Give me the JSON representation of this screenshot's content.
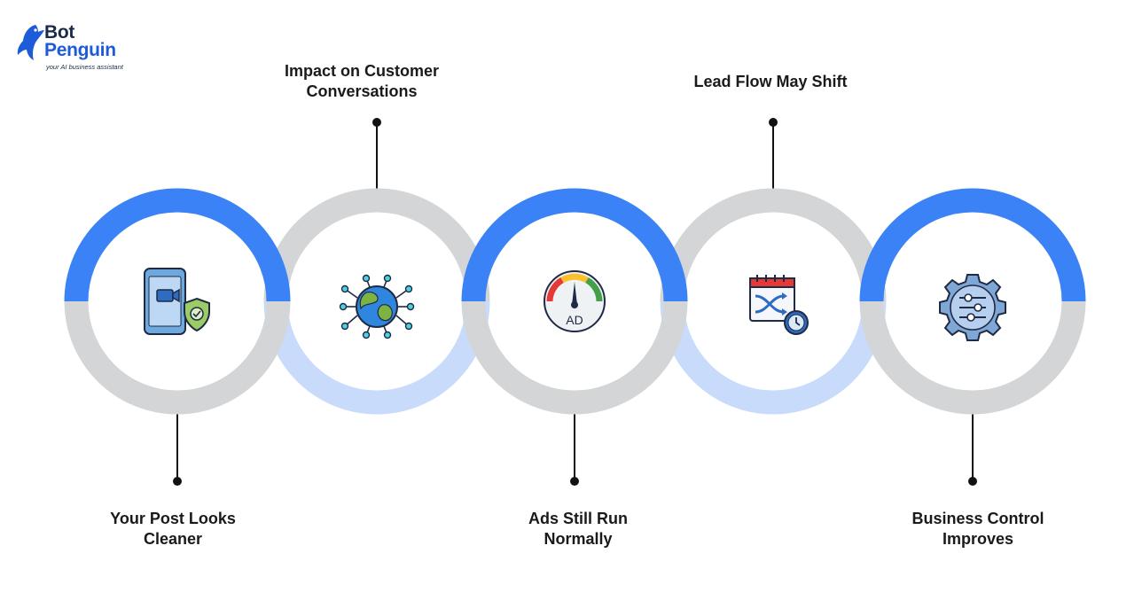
{
  "brand": {
    "name_line1": "Bot",
    "name_line2": "Penguin",
    "tagline": "your AI business assistant"
  },
  "colors": {
    "blue": "#3b82f6",
    "gray": "#d4d5d7",
    "light_blue": "#c9dbfb",
    "connector": "#111111"
  },
  "steps": [
    {
      "label": "Your Post Looks Cleaner",
      "label_lines": [
        "Your Post Looks",
        "Cleaner"
      ],
      "icon": "phone-shield-icon",
      "label_position": "bottom"
    },
    {
      "label": "Impact on Customer Conversations",
      "label_lines": [
        "Impact on Customer",
        "Conversations"
      ],
      "icon": "globe-network-icon",
      "label_position": "top"
    },
    {
      "label": "Ads Still Run Normally",
      "label_lines": [
        "Ads Still Run",
        "Normally"
      ],
      "icon": "ad-gauge-icon",
      "label_position": "bottom"
    },
    {
      "label": "Lead Flow May Shift",
      "label_lines": [
        "Lead Flow May Shift"
      ],
      "icon": "calendar-shuffle-icon",
      "label_position": "top"
    },
    {
      "label": "Business Control Improves",
      "label_lines": [
        "Business Control",
        "Improves"
      ],
      "icon": "gear-sliders-icon",
      "label_position": "bottom"
    }
  ]
}
